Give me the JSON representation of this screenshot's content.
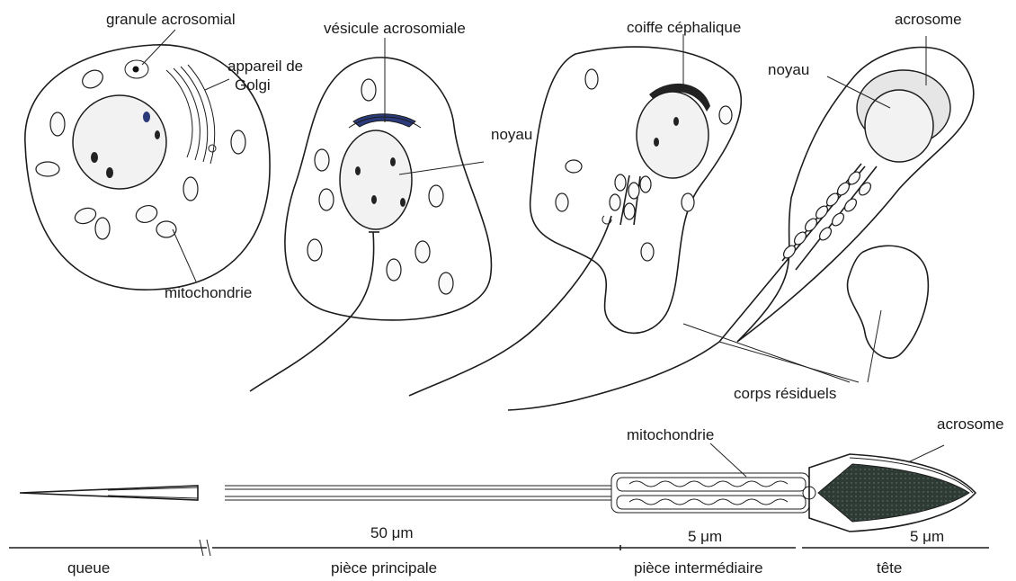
{
  "labels": {
    "granule_acrosomial": "granule acrosomial",
    "appareil_golgi_1": "appareil de",
    "appareil_golgi_2": "Golgi",
    "mitochondrie_1": "mitochondrie",
    "vesicule_acrosomiale": "vésicule acrosomiale",
    "noyau_1": "noyau",
    "coiffe_cephalique": "coiffe céphalique",
    "noyau_2": "noyau",
    "acrosome_1": "acrosome",
    "corps_residuels": "corps résiduels",
    "mitochondrie_2": "mitochondrie",
    "acrosome_2": "acrosome"
  },
  "scale": {
    "m_50": "50 μm",
    "m_5a": "5 μm",
    "m_5b": "5 μm"
  },
  "segments": {
    "queue": "queue",
    "piece_principale": "pièce principale",
    "piece_intermediaire": "pièce intermédiaire",
    "tete": "tête"
  },
  "colors": {
    "ink": "#1c1c1c",
    "dense_acrosome": "#2e3a34",
    "vesicle": "#2a3a7a"
  }
}
